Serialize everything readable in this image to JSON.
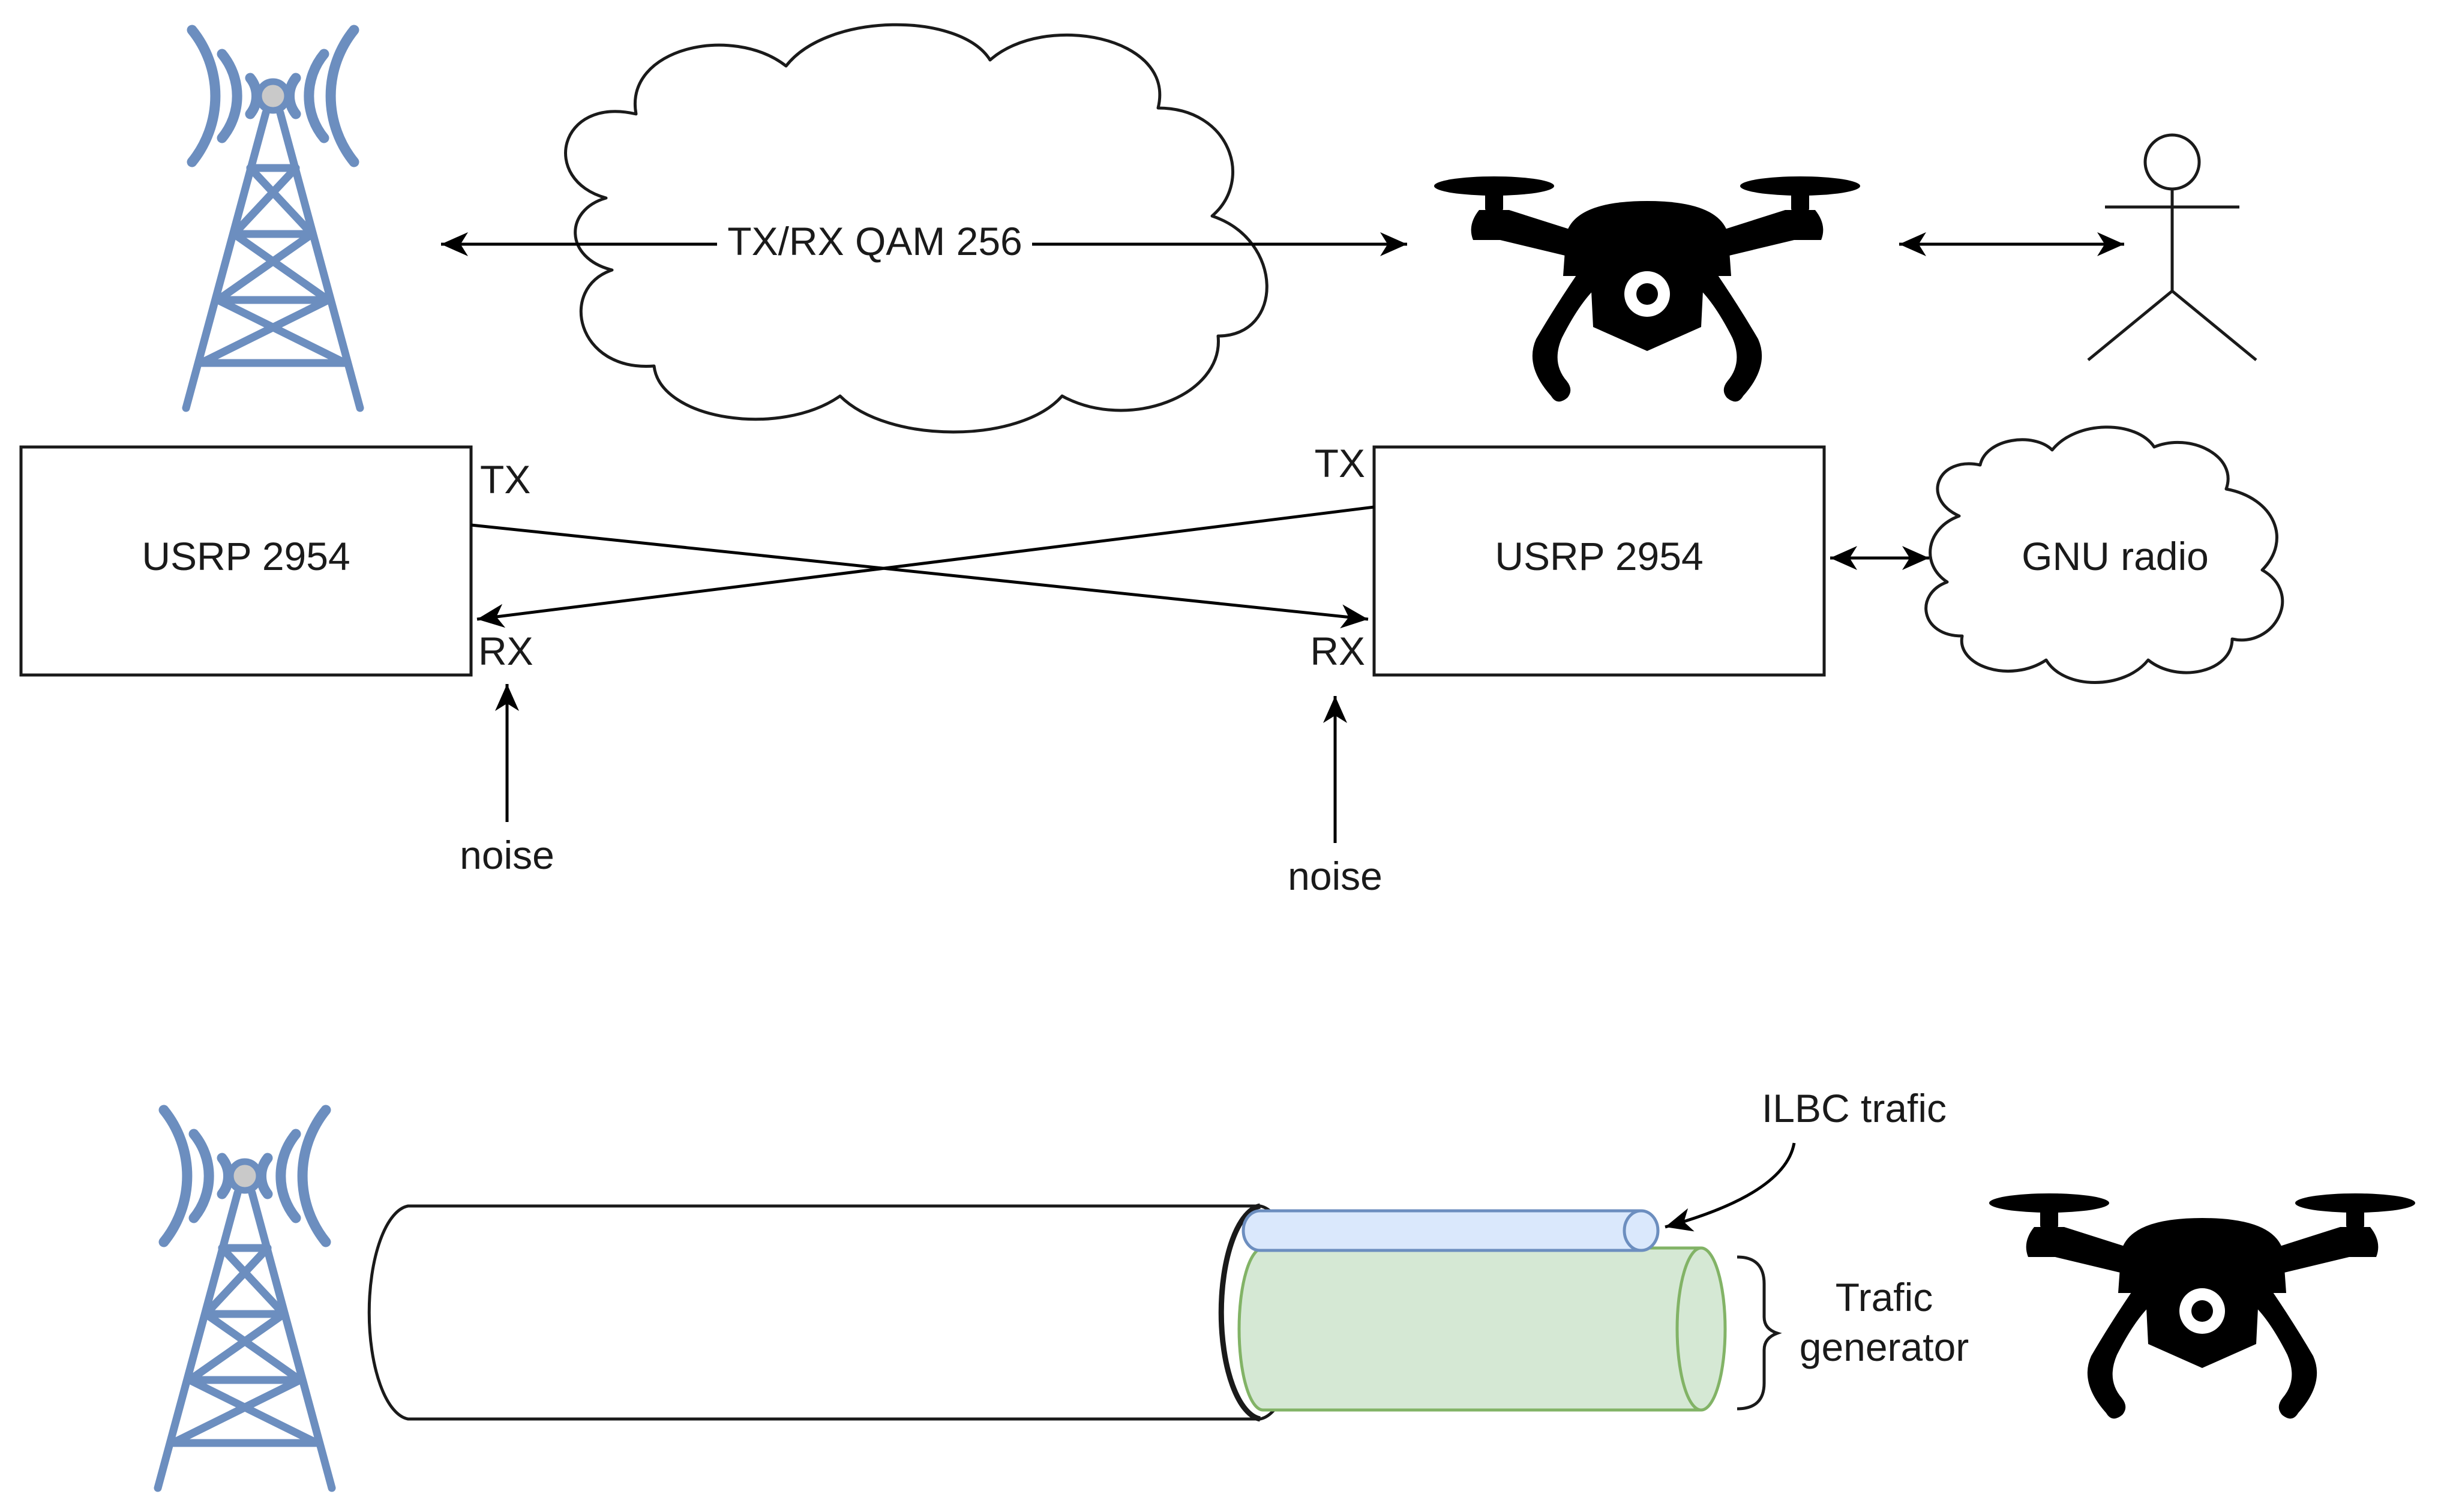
{
  "colors": {
    "tower": "#6c8ebf",
    "drone": "#333333",
    "ilbc_fill": "#dae8fc",
    "ilbc_stroke": "#6c8ebf",
    "generator_fill": "#d5e8d4",
    "generator_stroke": "#82b366"
  },
  "top": {
    "cloud_label": "TX/RX QAM 256",
    "usrp_left": {
      "name": "USRP 2954",
      "tx": "TX",
      "rx": "RX"
    },
    "usrp_right": {
      "name": "USRP 2954",
      "tx": "TX",
      "rx": "RX"
    },
    "gnu_cloud_label": "GNU radio",
    "noise_left": "noise",
    "noise_right": "noise"
  },
  "bottom": {
    "ilbc_label": "ILBC trafic",
    "generator_label_line1": "Trafic",
    "generator_label_line2": "generator"
  },
  "icons": [
    "tower-icon",
    "drone-icon",
    "person-icon",
    "cloud-icon"
  ]
}
